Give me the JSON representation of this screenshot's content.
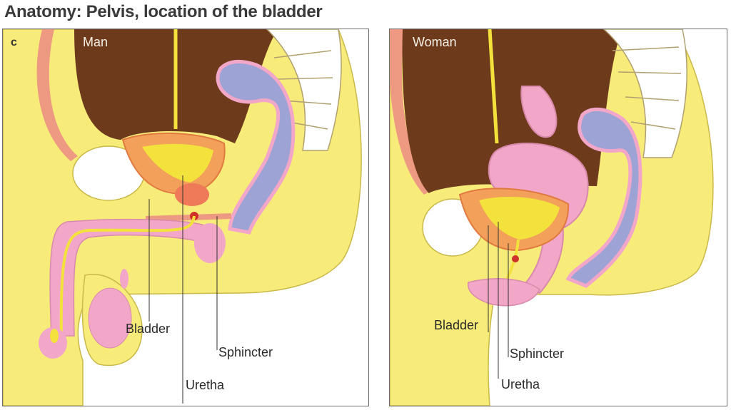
{
  "title": "Anatomy: Pelvis, location of the bladder",
  "figure_letter": "c",
  "panels": {
    "man": {
      "name": "Man",
      "labels": {
        "bladder": "Bladder",
        "sphincter": "Sphincter",
        "uretha": "Uretha"
      }
    },
    "woman": {
      "name": "Woman",
      "labels": {
        "bladder": "Bladder",
        "sphincter": "Sphincter",
        "uretha": "Uretha"
      }
    }
  },
  "colors": {
    "skin": "#f7ec7a",
    "cavity": "#6e3a1c",
    "bladder": "#f2a05a",
    "urine": "#f4e23c",
    "rectum": "#9ea3d6",
    "pink": "#f2a7c8",
    "muscle": "#ee9a82",
    "bone": "#ffffff"
  }
}
